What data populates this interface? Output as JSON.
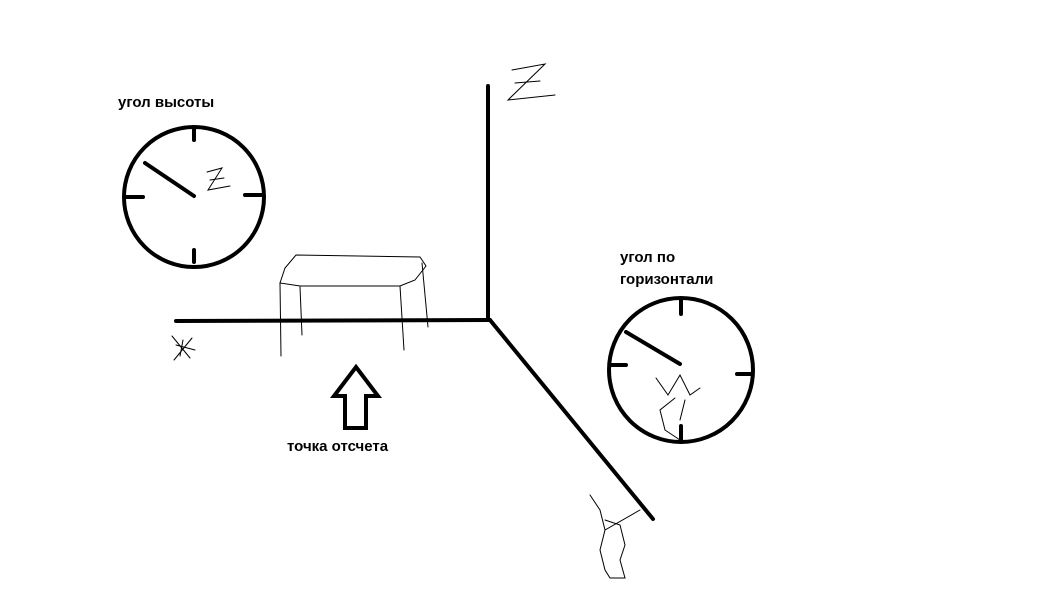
{
  "labels": {
    "elevation_angle": "угол высоты",
    "horizontal_angle_line1": "угол по",
    "horizontal_angle_line2": "горизонтали",
    "reference_point": "точка отсчета"
  },
  "axes": {
    "x": "X",
    "y": "Y",
    "z": "Z"
  },
  "colors": {
    "ink": "#000000",
    "background": "#ffffff"
  }
}
